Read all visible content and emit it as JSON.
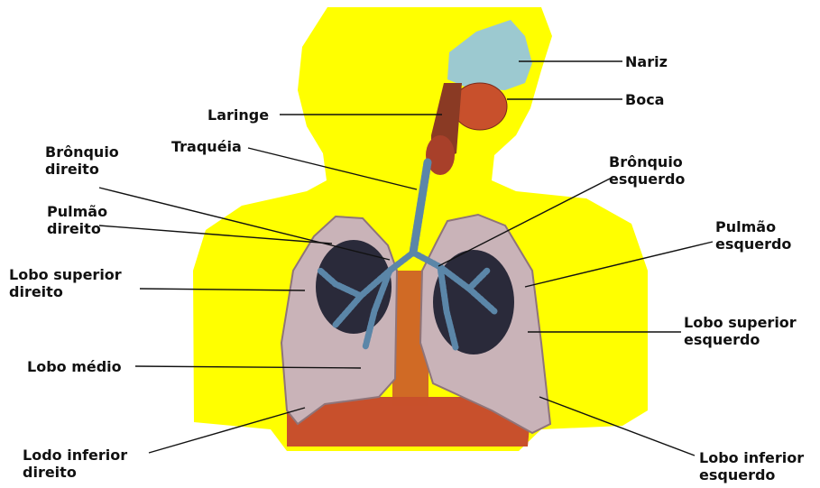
{
  "colors": {
    "silhouette": "#ffff00",
    "lung": "#c9b3b8",
    "lung_shadow": "#8f7479",
    "lung_dark": "#2a2a3a",
    "bronchi": "#5b86a8",
    "organs": "#c8502c",
    "nasal": "#9cc9d0",
    "label": "#111111"
  },
  "labels": {
    "nariz": "Nariz",
    "boca": "Boca",
    "laringe": "Laringe",
    "traqueia": "Traquéia",
    "bronquio_direito": [
      "Brônquio",
      "direito"
    ],
    "bronquio_esquerdo": [
      "Brônquio",
      "esquerdo"
    ],
    "pulmao_direito": [
      "Pulmão",
      "direito"
    ],
    "pulmao_esquerdo": [
      "Pulmão",
      "esquerdo"
    ],
    "lobo_superior_direito": [
      "Lobo superior",
      "direito"
    ],
    "lobo_superior_esquerdo": [
      "Lobo superior",
      "esquerdo"
    ],
    "lobo_medio": "Lobo médio",
    "lobo_inferior_direito": [
      "Lodo inferior",
      "direito"
    ],
    "lobo_inferior_esquerdo": [
      "Lobo inferior",
      "esquerdo"
    ]
  }
}
